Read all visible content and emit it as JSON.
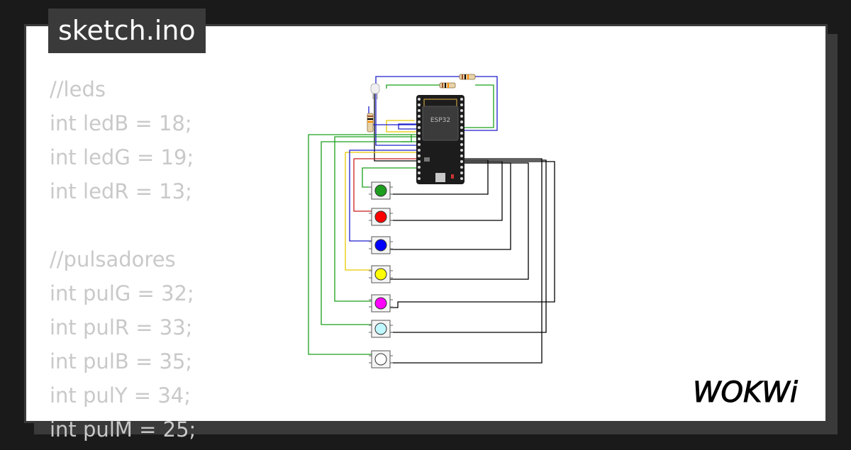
{
  "header": {
    "filename": "sketch.ino"
  },
  "code_lines": [
    "//leds",
    "int ledB = 18;",
    "int ledG = 19;",
    "int ledR = 13;",
    "",
    "//pulsadores",
    "int pulG = 32;",
    "int pulR = 33;",
    "int pulB = 35;",
    "int pulY = 34;",
    "int pulM = 25;"
  ],
  "board": {
    "label": "ESP32"
  },
  "buttons": [
    {
      "color": "green",
      "hex": "#1e9e1e"
    },
    {
      "color": "red",
      "hex": "#ff0000"
    },
    {
      "color": "blue",
      "hex": "#0000ff"
    },
    {
      "color": "yellow",
      "hex": "#ffff00"
    },
    {
      "color": "magenta",
      "hex": "#ff00ff"
    },
    {
      "color": "cyan",
      "hex": "#bff8ff"
    },
    {
      "color": "white",
      "hex": "#ffffff"
    }
  ],
  "wire_colors": {
    "black": "#000000",
    "green": "#1aa01a",
    "blue": "#1f1fcc",
    "red": "#cc1f1f",
    "yellow": "#e6c800"
  },
  "brand": {
    "logo_text": "WOKWi"
  }
}
